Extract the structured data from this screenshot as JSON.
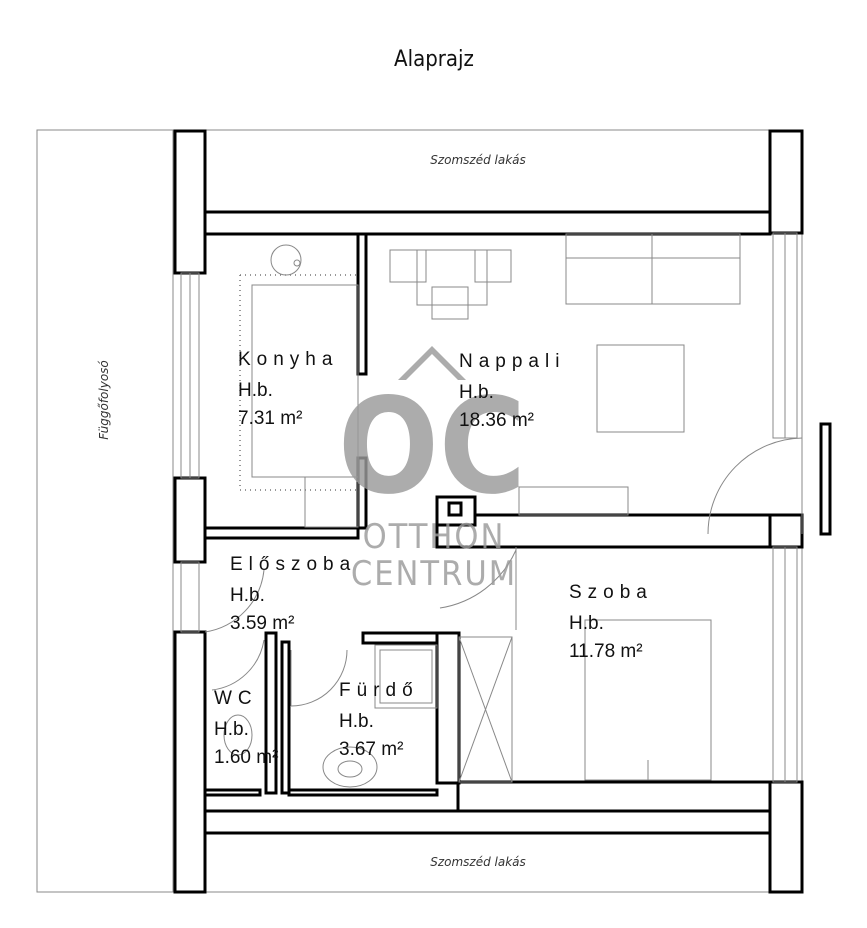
{
  "title": "Alaprajz",
  "neighbors": {
    "top": "Szomszéd lakás",
    "bottom": "Szomszéd lakás"
  },
  "corridor": "Függőfolyosó",
  "rooms": {
    "konyha": {
      "name": "Konyha",
      "floor": "H.b.",
      "area": "7.31 m²"
    },
    "nappali": {
      "name": "Nappali",
      "floor": "H.b.",
      "area": "18.36 m²"
    },
    "eloszoba": {
      "name": "Előszoba",
      "floor": "H.b.",
      "area": "3.59 m²"
    },
    "szoba": {
      "name": "Szoba",
      "floor": "H.b.",
      "area": "11.78 m²"
    },
    "wc": {
      "name": "WC",
      "floor": "H.b.",
      "area": "1.60 m²"
    },
    "furdo": {
      "name": "Fürdő",
      "floor": "H.b.",
      "area": "3.67 m²"
    }
  },
  "watermark": {
    "logo": "OC",
    "line1": "OTTHON",
    "line2": "CENTRUM",
    "color": "#9a9a9a"
  }
}
